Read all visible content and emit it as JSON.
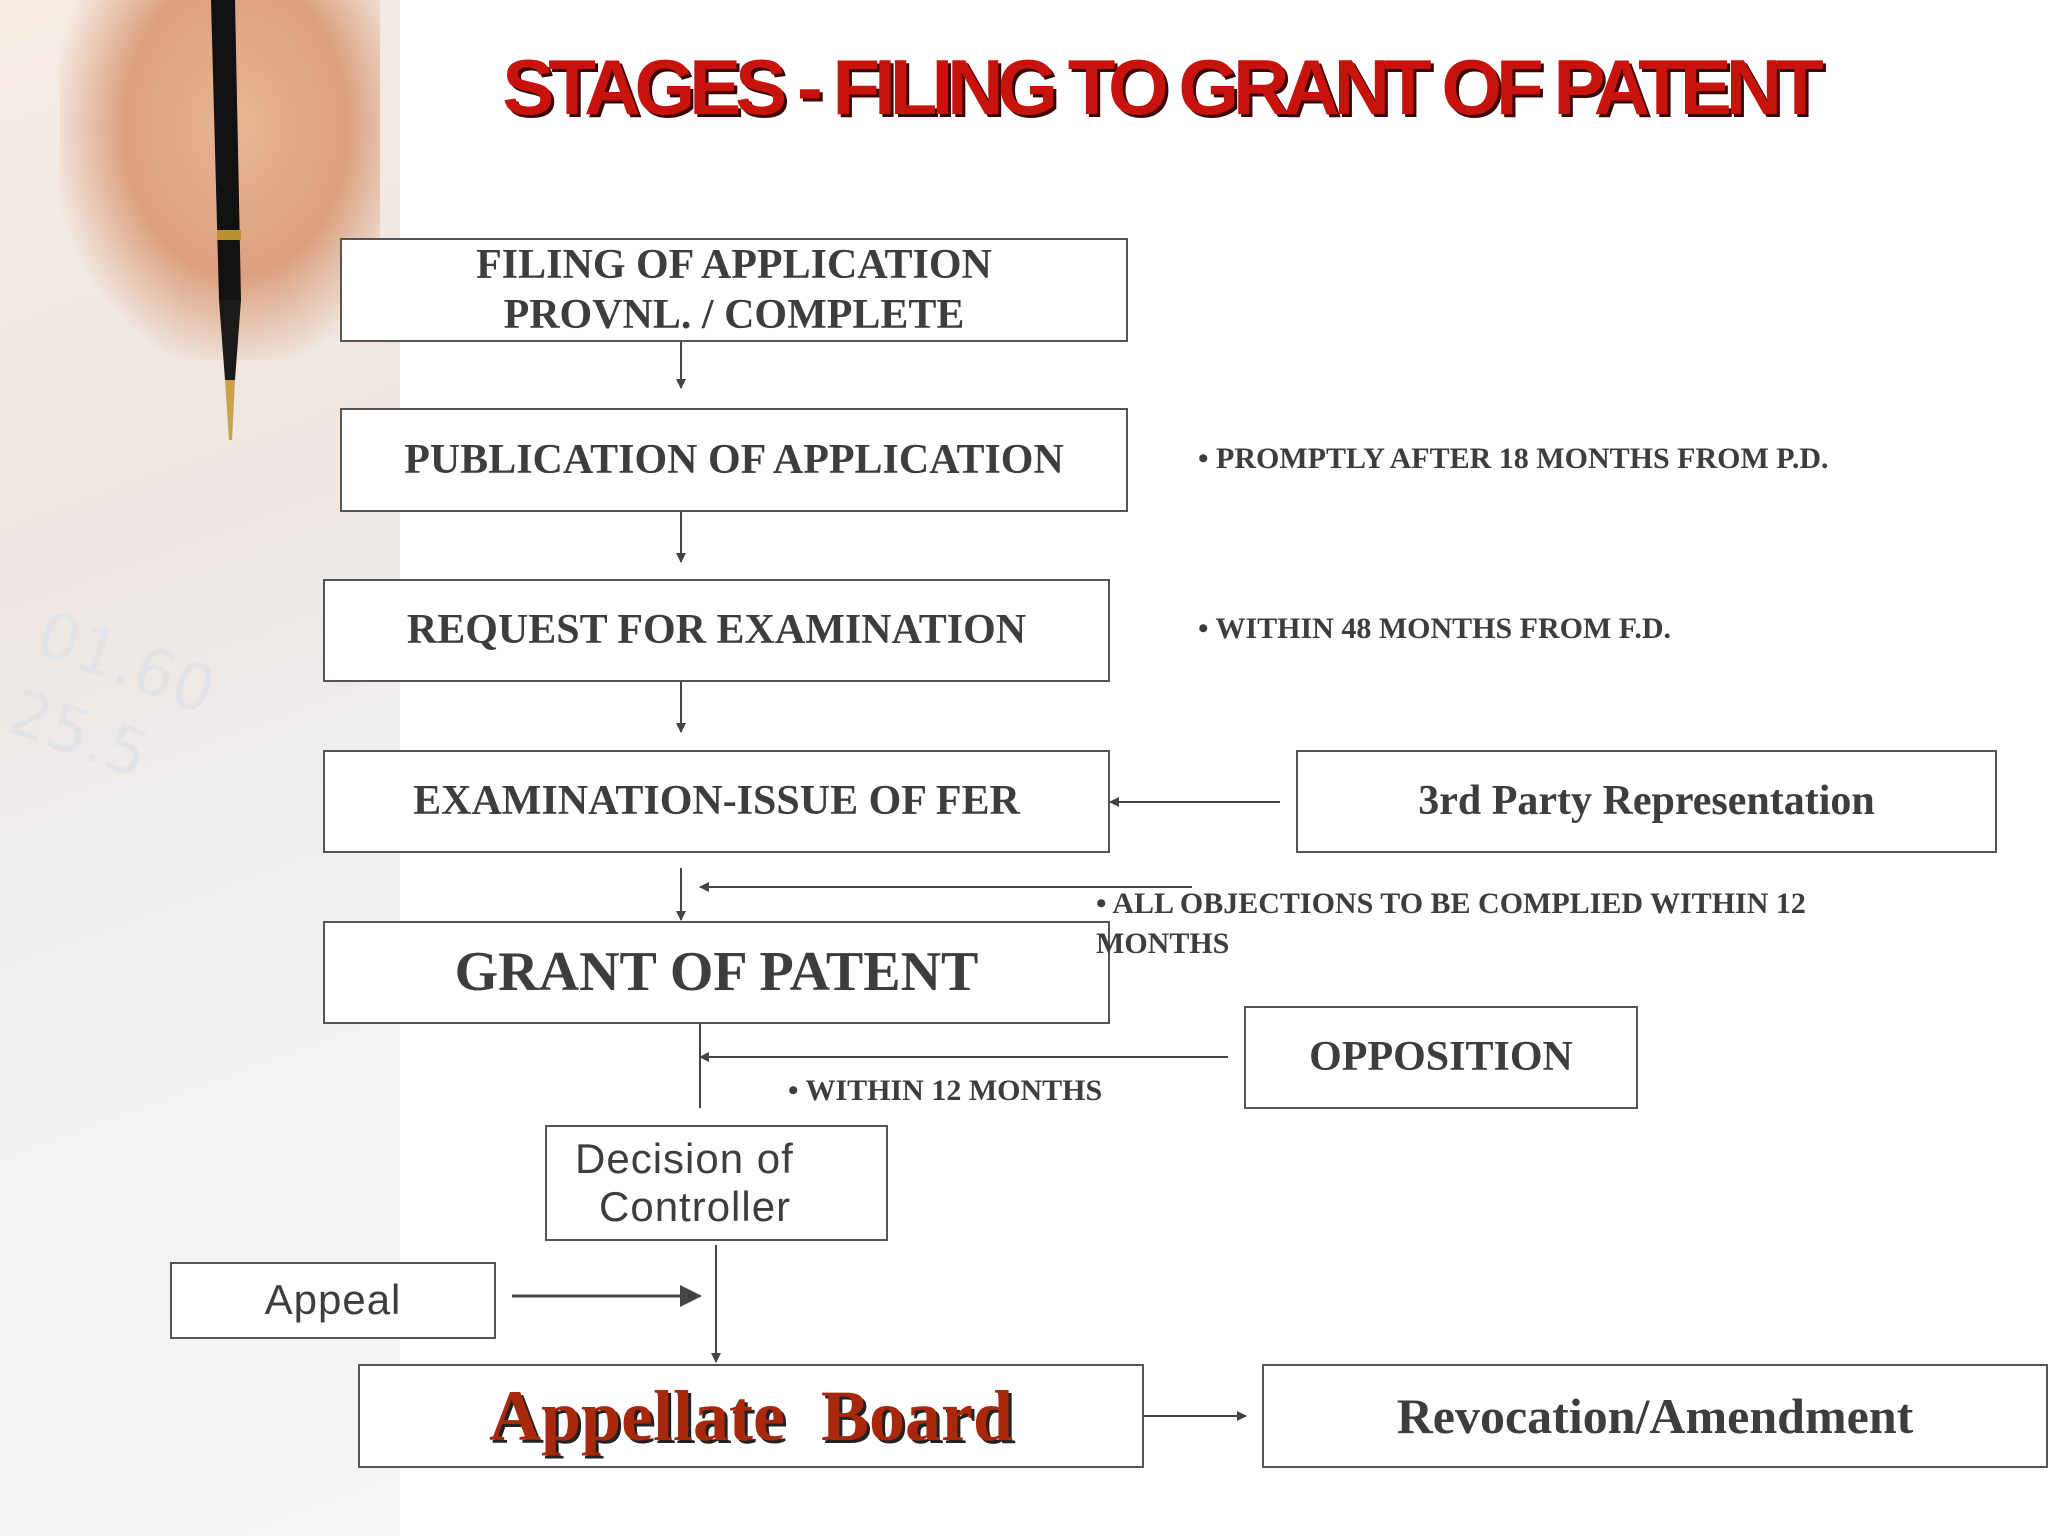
{
  "title": "STAGES - FILING TO   GRANT OF PATENT",
  "stages": {
    "filing_line1": "FILING OF APPLICATION",
    "filing_line2": "PROVNL. / COMPLETE",
    "publication": "PUBLICATION OF APPLICATION",
    "request": "REQUEST FOR EXAMINATION",
    "examination": "EXAMINATION-ISSUE OF FER",
    "grant": "GRANT OF PATENT",
    "decision_line1": "Decision of",
    "decision_line2": "Controller",
    "appeal": "Appeal",
    "appellate": "Appellate  Board",
    "revocation": "Revocation/Amendment",
    "third_party": "3rd Party Representation",
    "opposition": "OPPOSITION"
  },
  "notes": {
    "publication": "• PROMPTLY AFTER 18 MONTHS FROM P.D.",
    "request": "• WITHIN 48 MONTHS FROM F.D.",
    "objections_line1": "• ALL OBJECTIONS TO BE COMPLIED    WITHIN 12",
    "objections_line2": "MONTHS",
    "opposition": "• WITHIN  12  MONTHS"
  }
}
